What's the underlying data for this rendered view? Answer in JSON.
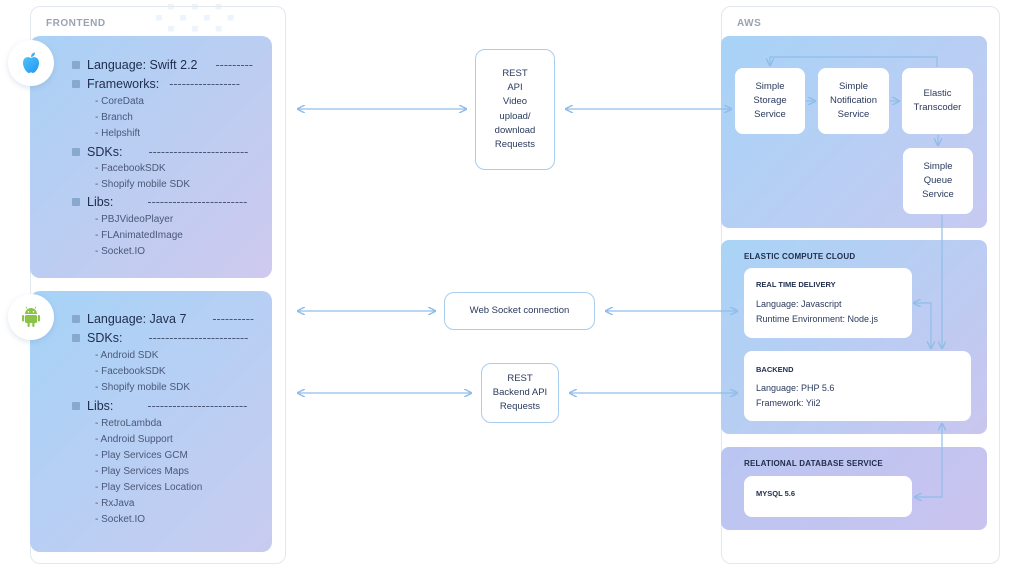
{
  "frontend": {
    "title": "FRONTEND"
  },
  "aws": {
    "title": "AWS"
  },
  "ios": {
    "icon": "apple-icon",
    "language": "Language: Swift 2.2",
    "language_dash": "---------",
    "frameworks": "Frameworks:",
    "frameworks_dash": "-----------------",
    "framework_items": [
      "- CoreData",
      "- Branch",
      "- Helpshift"
    ],
    "sdks": "SDKs:",
    "sdks_dash": "------------------------",
    "sdk_items": [
      "- FacebookSDK",
      "- Shopify mobile SDK"
    ],
    "libs": "Libs:",
    "libs_dash": "------------------------",
    "lib_items": [
      "- PBJVideoPlayer",
      "- FLAnimatedImage",
      "- Socket.IO"
    ]
  },
  "android": {
    "icon": "android-icon",
    "language": "Language: Java 7",
    "language_dash": "----------",
    "sdks": "SDKs:",
    "sdks_dash": "------------------------",
    "sdk_items": [
      "- Android SDK",
      "- FacebookSDK",
      "- Shopify mobile SDK"
    ],
    "libs": "Libs:",
    "libs_dash": "------------------------",
    "lib_items": [
      "- RetroLambda",
      "- Android Support",
      "- Play Services GCM",
      "- Play Services Maps",
      "- Play Services Location",
      "- RxJava",
      "- Socket.IO"
    ]
  },
  "connections": {
    "rest_video": "REST\nAPI\nVideo\nupload/\ndownload\nRequests",
    "websocket": "Web Socket connection",
    "rest_backend": "REST\nBackend API\nRequests"
  },
  "services": {
    "s3": "Simple\nStorage\nService",
    "sns": "Simple\nNotification\nService",
    "transcoder": "Elastic\nTranscoder",
    "sqs": "Simple\nQueue\nService"
  },
  "ec2": {
    "title": "ELASTIC COMPUTE CLOUD",
    "realtime": {
      "title": "REAL TIME DELIVERY",
      "language": "Language: Javascript",
      "runtime": "Runtime Environment: Node.js"
    },
    "backend": {
      "title": "BACKEND",
      "language": "Language: PHP 5.6",
      "framework": "Framework: Yii2"
    }
  },
  "rds": {
    "title": "RELATIONAL DATABASE SERVICE",
    "mysql": "MYSQL 5.6"
  },
  "colors": {
    "arrow": "#8fbde9",
    "card_from": "#a9d1f6",
    "card_to": "#cfc9ee"
  }
}
